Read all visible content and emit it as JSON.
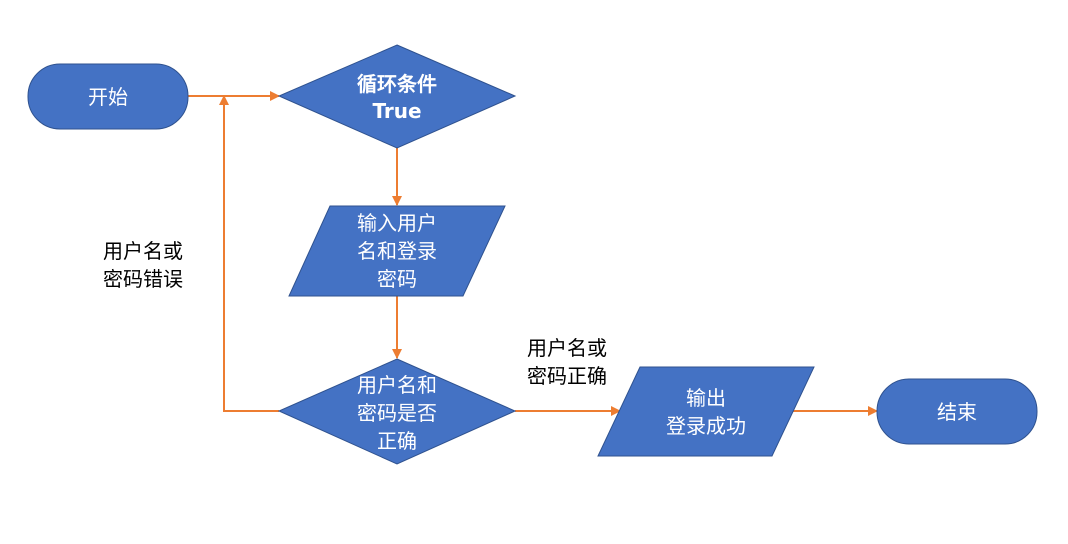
{
  "nodes": {
    "start": {
      "shape": "terminator",
      "lines": [
        "开始"
      ]
    },
    "loop_condition": {
      "shape": "decision",
      "lines": [
        "循环条件",
        "True"
      ]
    },
    "input_credentials": {
      "shape": "io",
      "lines": [
        "输入用户",
        "名和登录",
        "密码"
      ]
    },
    "check_credentials": {
      "shape": "decision",
      "lines": [
        "用户名和",
        "密码是否",
        "正确"
      ]
    },
    "output_success": {
      "shape": "io",
      "lines": [
        "输出",
        "登录成功"
      ]
    },
    "end": {
      "shape": "terminator",
      "lines": [
        "结束"
      ]
    }
  },
  "edges": {
    "wrong_credentials": {
      "from": "check_credentials",
      "to": "loop_condition",
      "lines": [
        "用户名或",
        "密码错误"
      ]
    },
    "correct_credentials": {
      "from": "check_credentials",
      "to": "output_success",
      "lines": [
        "用户名或",
        "密码正确"
      ]
    },
    "start_to_loop": {
      "from": "start",
      "to": "loop_condition"
    },
    "loop_to_input": {
      "from": "loop_condition",
      "to": "input_credentials"
    },
    "input_to_check": {
      "from": "input_credentials",
      "to": "check_credentials"
    },
    "output_to_end": {
      "from": "output_success",
      "to": "end"
    }
  },
  "colors": {
    "node_fill": "#4472C4",
    "node_stroke": "#2F528F",
    "edge": "#ED7D31",
    "node_text": "#FFFFFF",
    "label_text": "#000000"
  }
}
